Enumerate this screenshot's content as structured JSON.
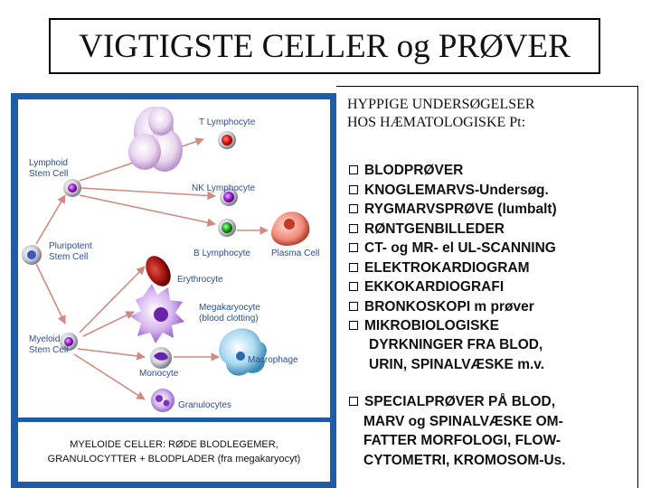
{
  "title": "VIGTIGSTE  CELLER og PRØVER",
  "diagram": {
    "labels": {
      "t_lymphocyte": "T Lymphocyte",
      "lymphoid_stem_cell": "Lymphoid\nStem Cell",
      "thymus": "thymus",
      "nk_lymphocyte": "NK Lymphocyte",
      "pluripotent_stem_cell": "Pluripotent\nStem Cell",
      "b_lymphocyte": "B Lymphocyte",
      "plasma_cell": "Plasma Cell",
      "erythrocyte": "Erythrocyte",
      "megakaryocyte": "Megakaryocyte\n(blood clotting)",
      "myeloid_stem_cell": "Myeloid\nStem Cell",
      "macrophage": "Macrophage",
      "monocyte": "Monocyte",
      "granulocytes": "Granulocytes"
    }
  },
  "caption": "MYELOIDE CELLER: RØDE BLODLEGEMER, GRANULOCYTTER + BLODPLADER (fra megakaryocyt)",
  "right": {
    "heading_line1": "HYPPIGE UNDERSØGELSER",
    "heading_line2": "HOS HÆMATOLOGISKE Pt:",
    "items": [
      "BLODPRØVER",
      "KNOGLEMARVS-Undersøg.",
      "RYGMARVSPRØVE (lumbalt)",
      "RØNTGENBILLEDER",
      "CT- og MR- el UL-SCANNING",
      "ELEKTROKARDIOGRAM",
      "EKKOKARDIOGRAFI",
      "BRONKOSKOPI m prøver",
      "MIKROBIOLOGISKE"
    ],
    "item_continuation_line1": "DYRKNINGER FRA BLOD,",
    "item_continuation_line2": "URIN, SPINALVÆSKE m.v.",
    "special_line1": "SPECIALPRØVER PÅ BLOD,",
    "special_line2": "MARV og SPINALVÆSKE OM-",
    "special_line3": "FATTER MORFOLOGI, FLOW-",
    "special_line4": "CYTOMETRI, KROMOSOM-Us."
  },
  "colors": {
    "panel_blue": "#1d5ca8",
    "label_blue": "#2b4f8f",
    "arrow": "#d08a80"
  }
}
